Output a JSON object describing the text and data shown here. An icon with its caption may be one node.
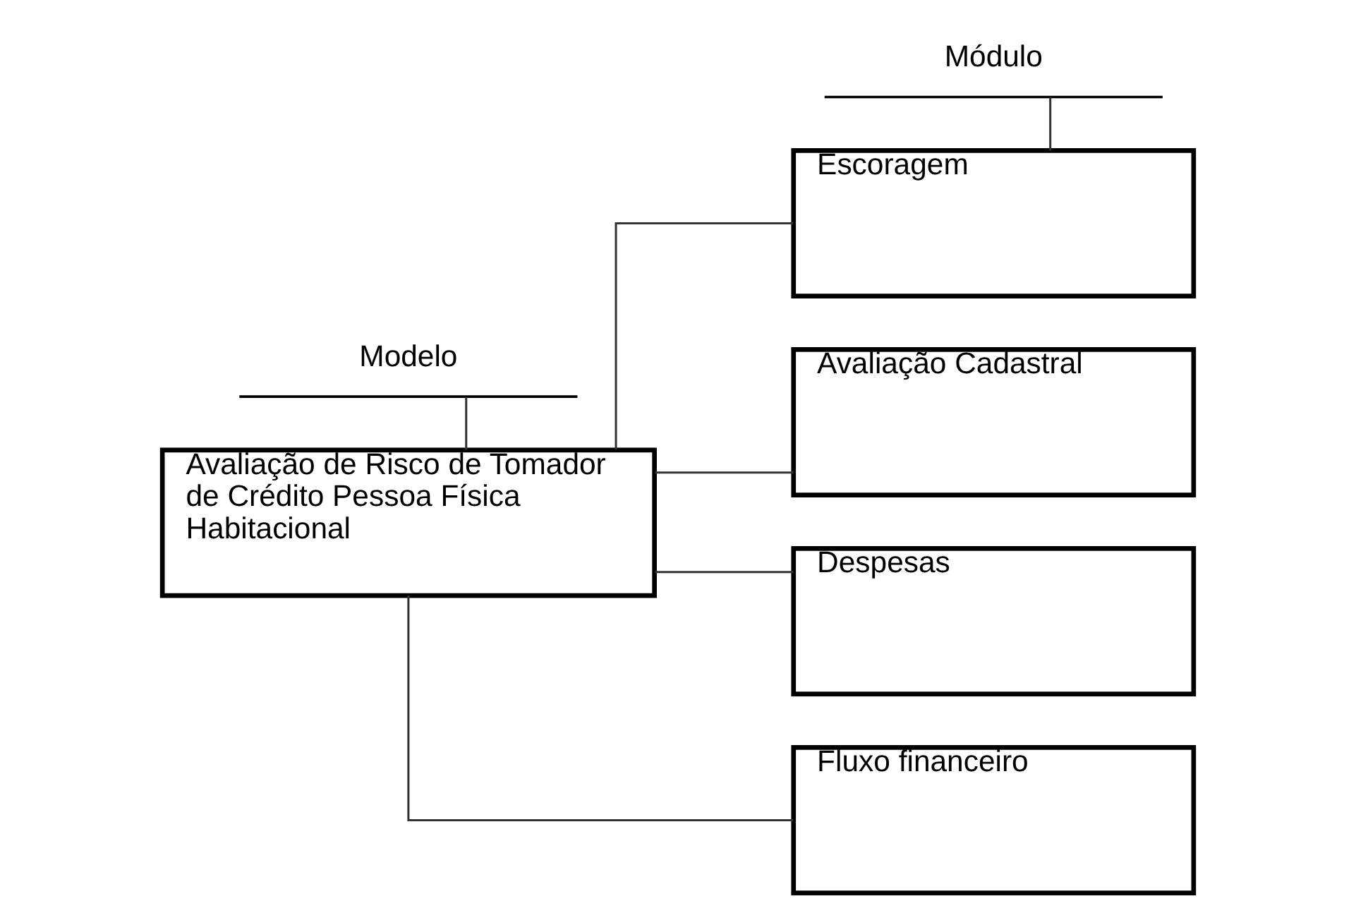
{
  "diagram": {
    "nodes": [
      {
        "text": [
          "Modelo"
        ]
      },
      {
        "text": [
          "Avaliação de Risco de Tomador de Crédito Pessoa Física Habitacional"
        ]
      },
      {
        "text": [
          "Módulo"
        ]
      },
      {
        "text": [
          "Escoragem"
        ]
      },
      {
        "text": [
          "Avaliação Cadastral"
        ]
      },
      {
        "text": [
          "Despesas"
        ]
      },
      {
        "text": [
          "Fluxo financeiro"
        ]
      }
    ],
    "edges": [
      {
        "from": 0,
        "to": 1,
        "arrow": "none"
      },
      {
        "from": 2,
        "to": 3,
        "arrow": "none"
      },
      {
        "from": 1,
        "to": 3,
        "arrow": "none"
      },
      {
        "from": 1,
        "to": 4,
        "arrow": "none"
      },
      {
        "from": 1,
        "to": 5,
        "arrow": "none"
      },
      {
        "from": 1,
        "to": 6,
        "arrow": "none"
      }
    ]
  }
}
